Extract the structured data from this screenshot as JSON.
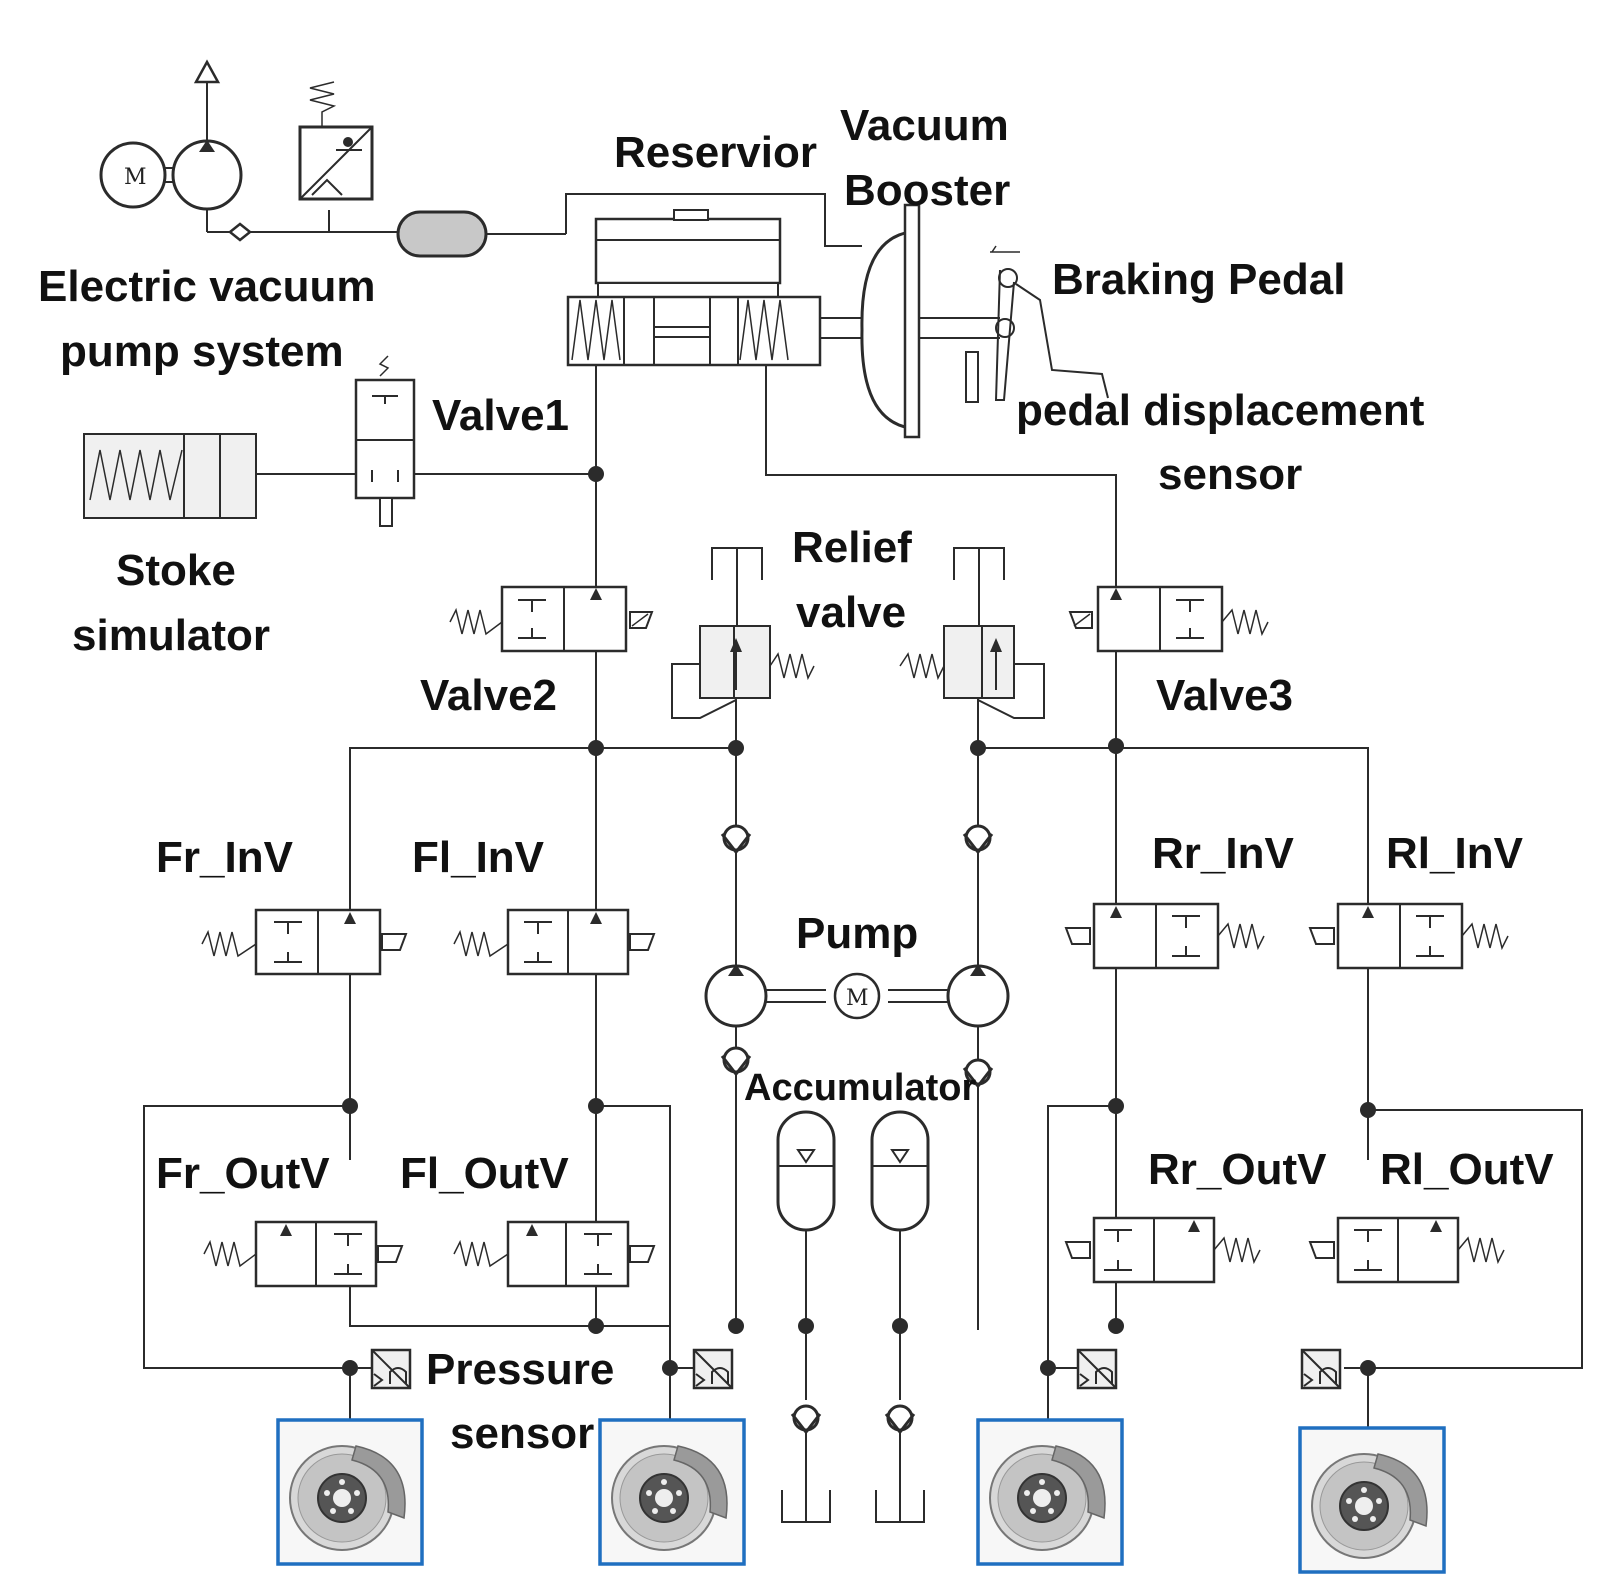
{
  "labels": {
    "vacuum_pump": [
      "Electric vacuum",
      "pump system"
    ],
    "reservoir": "Reservior",
    "vacuum_booster": [
      "Vacuum",
      "Booster"
    ],
    "braking_pedal": "Braking Pedal",
    "pedal_sensor": [
      "pedal displacement",
      "sensor"
    ],
    "valve1": "Valve1",
    "stroke_simulator": [
      "Stoke",
      "simulator"
    ],
    "relief_valve": [
      "Relief",
      "valve"
    ],
    "valve2": "Valve2",
    "valve3": "Valve3",
    "fr_inv": "Fr_InV",
    "fl_inv": "Fl_InV",
    "rr_inv": "Rr_InV",
    "rl_inv": "Rl_InV",
    "pump": "Pump",
    "accumulator": "Accumulator",
    "fr_outv": "Fr_OutV",
    "fl_outv": "Fl_OutV",
    "rr_outv": "Rr_OutV",
    "rl_outv": "Rl_OutV",
    "pressure_sensor": [
      "Pressure",
      "sensor"
    ],
    "motor_symbol": "M"
  },
  "colors": {
    "line": "#2b2b2b",
    "brake_frame": "#1f6fc0",
    "symbol_fill": "#f0f0f0"
  },
  "icons": [
    "vacuum-pump-motor-icon",
    "vacuum-tank-icon",
    "master-cylinder-icon",
    "vacuum-booster-icon",
    "brake-pedal-icon",
    "solenoid-valve-icon",
    "relief-valve-icon",
    "check-valve-icon",
    "hydraulic-pump-icon",
    "accumulator-icon",
    "pressure-sensor-icon",
    "brake-disc-icon",
    "tank-icon"
  ]
}
